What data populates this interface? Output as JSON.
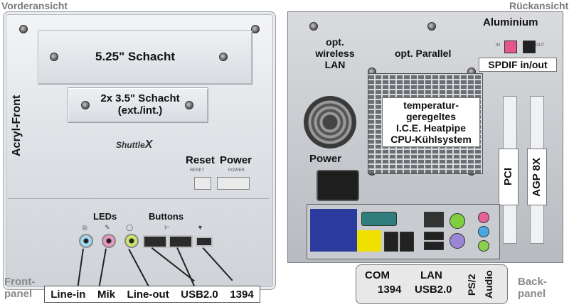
{
  "front": {
    "heading": "Vorderansicht",
    "bay_525": "5.25\" Schacht",
    "bay_35_line1": "2x 3.5\" Schacht",
    "bay_35_line2": "(ext./int.)",
    "acryl": "Acryl-Front",
    "brand": "Shuttle",
    "brand_mark": "X",
    "reset": "Reset",
    "power": "Power",
    "reset_small": "RESET",
    "power_small": "POWER",
    "leds": "LEDs",
    "buttons": "Buttons",
    "caption_line1": "Front-",
    "caption_line2": "panel",
    "port_labels": [
      "Line-in",
      "Mik",
      "Line-out",
      "USB2.0",
      "1394"
    ]
  },
  "back": {
    "heading": "Rückansicht",
    "aluminium": "Aluminium",
    "wireless": [
      "opt.",
      "wireless",
      "LAN"
    ],
    "parallel": "opt. Parallel",
    "spdif": "SPDIF in/out",
    "spdif_in": "IN",
    "spdif_out": "OUT",
    "heatpipe": [
      "temperatur-",
      "geregeltes",
      "I.C.E. Heatpipe",
      "CPU-Kühlsystem"
    ],
    "power": "Power",
    "pci": "PCI",
    "agp": "AGP 8X",
    "caption_line1": "Back-",
    "caption_line2": "panel",
    "io": {
      "com": "COM",
      "c1394": "1394",
      "lan": "LAN",
      "usb": "USB2.0",
      "ps2": "PS/2",
      "audio": "Audio"
    }
  },
  "colors": {
    "front_bg": "#dfe2e6",
    "back_bg": "#c6c9cd",
    "ps2_green": "#7fcf3f",
    "ps2_purple": "#9b86d6",
    "com_teal": "#2f7d7d",
    "blue_block": "#2b3c9e",
    "yellow_block": "#f0e000",
    "audio_pink": "#e6629a",
    "audio_blue": "#4aa8e0",
    "audio_green": "#8bd04f",
    "spdif_pink": "#e5558e"
  }
}
